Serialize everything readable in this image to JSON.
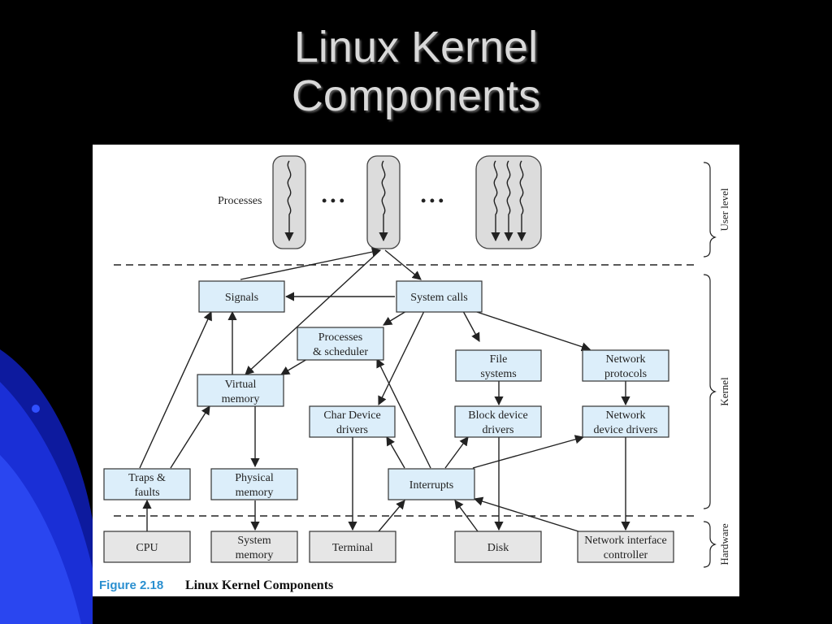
{
  "slide": {
    "title_line1": "Linux Kernel",
    "title_line2": "Components",
    "background_color": "#000000",
    "accent_color": "#1a2fd6"
  },
  "figure": {
    "processes_label": "Processes",
    "ellipsis": "• • •",
    "level_labels": {
      "user": "User level",
      "kernel": "Kernel",
      "hardware": "Hardware"
    },
    "boxes": {
      "signals": [
        "Signals"
      ],
      "system_calls": [
        "System calls"
      ],
      "processes_scheduler": [
        "Processes",
        "& scheduler"
      ],
      "virtual_memory": [
        "Virtual",
        "memory"
      ],
      "file_systems": [
        "File",
        "systems"
      ],
      "network_protocols": [
        "Network",
        "protocols"
      ],
      "char_device_drivers": [
        "Char Device",
        "drivers"
      ],
      "block_device_drivers": [
        "Block device",
        "drivers"
      ],
      "network_device_drivers": [
        "Network",
        "device drivers"
      ],
      "traps_faults": [
        "Traps &",
        "faults"
      ],
      "physical_memory": [
        "Physical",
        "memory"
      ],
      "interrupts": [
        "Interrupts"
      ],
      "cpu": [
        "CPU"
      ],
      "system_memory": [
        "System",
        "memory"
      ],
      "terminal": [
        "Terminal"
      ],
      "disk": [
        "Disk"
      ],
      "network_interface_controller": [
        "Network interface",
        "controller"
      ]
    },
    "caption": {
      "number": "Figure 2.18",
      "text": "Linux Kernel Components"
    },
    "colors": {
      "kernel_box_fill": "#dceefa",
      "hardware_box_fill": "#e6e6e6",
      "process_fill": "#dcdcdc"
    }
  }
}
